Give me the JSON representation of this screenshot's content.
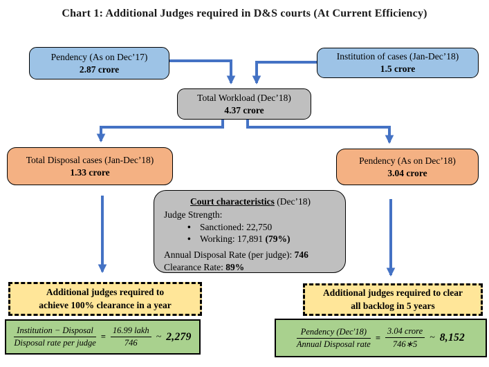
{
  "title": "Chart 1: Additional Judges required in D&S courts (At Current Efficiency)",
  "colors": {
    "arrow": "#4472C4",
    "blue": "#9DC3E6",
    "orange": "#F4B183",
    "gray": "#BFBFBF",
    "yellow": "#FFE699",
    "green": "#A9D18E"
  },
  "nodes": {
    "pendency_dec17": {
      "label": "Pendency (As on Dec’17)",
      "value": "2.87 crore"
    },
    "institution_cases": {
      "label": "Institution of cases (Jan-Dec’18)",
      "value": "1.5 crore"
    },
    "total_workload": {
      "label": "Total Workload (Dec’18)",
      "value": "4.37 crore"
    },
    "total_disposal": {
      "label": "Total Disposal cases (Jan-Dec’18)",
      "value": "1.33 crore"
    },
    "pendency_dec18": {
      "label": "Pendency (As on Dec’18)",
      "value": "3.04 crore"
    }
  },
  "court_characteristics": {
    "heading": "Court characteristics",
    "heading_suffix": " (Dec’18)",
    "judge_strength_label": "Judge Strength:",
    "sanctioned": {
      "text": "Sanctioned: 22,750"
    },
    "working": {
      "text": "Working: 17,891 ",
      "bold": "(79%)"
    },
    "annual_disposal_rate": {
      "text": "Annual Disposal Rate (per judge): ",
      "bold": "746"
    },
    "clearance_rate": {
      "text": "Clearance Rate: ",
      "bold": "89%"
    }
  },
  "outcomes": {
    "left": {
      "line1": "Additional judges required to",
      "line2": "achieve 100% clearance in a year"
    },
    "right": {
      "line1": "Additional judges required to clear",
      "line2": "all backlog in 5 years"
    }
  },
  "formulas": {
    "left": {
      "numerator1": "Institution − Disposal",
      "denominator1": "Disposal rate per judge",
      "equals": "=",
      "numerator2": "16.99 lakh",
      "denominator2": "746",
      "approx": "~",
      "result": "2,279"
    },
    "right": {
      "numerator1": "Pendency (Dec′18)",
      "denominator1": "Annual Disposal rate",
      "equals": "=",
      "numerator2": "3.04 crore",
      "denominator2": "746∗5",
      "approx": "~",
      "result": "8,152"
    }
  }
}
